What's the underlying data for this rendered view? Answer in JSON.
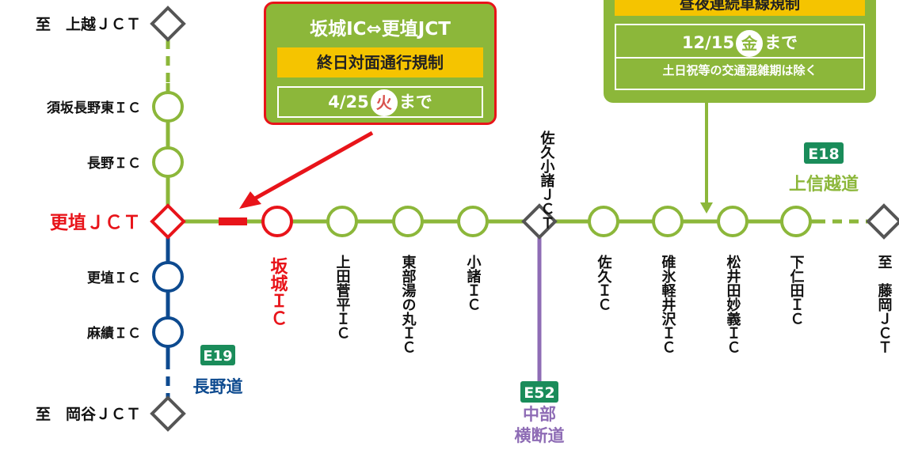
{
  "left_line": {
    "top_label": "至　上越ＪＣＴ",
    "bottom_label": "至　岡谷ＪＣＴ",
    "stations": [
      "須坂長野東ＩＣ",
      "長野ＩＣ",
      "更埴ＩＣ",
      "麻績ＩＣ"
    ],
    "junction": "更埴ＪＣＴ"
  },
  "main_line": {
    "stations": [
      "坂城ＩＣ",
      "上田菅平ＩＣ",
      "東部湯の丸ＩＣ",
      "小諸ＩＣ",
      "佐久小諸ＪＣＴ",
      "佐久ＩＣ",
      "碓氷軽井沢ＩＣ",
      "松井田妙義ＩＣ",
      "下仁田ＩＣ",
      "至　藤岡ＪＣＴ"
    ]
  },
  "routes": {
    "e19": {
      "code": "E19",
      "name": "長野道"
    },
    "e18": {
      "code": "E18",
      "name": "上信越道"
    },
    "e52": {
      "code": "E52",
      "name": "中部",
      "name2": "横断道"
    }
  },
  "callout_left": {
    "title": "坂城IC⇔更埴JCT",
    "band": "終日対面通行規制",
    "date_a": "4/25",
    "day": "火",
    "date_b": "まで"
  },
  "callout_right": {
    "band": "昼夜連続車線規制",
    "date_a": "12/15",
    "day": "金",
    "date_b": "まで",
    "note": "土日祝等の交通混雑期は除く"
  },
  "colors": {
    "green": "#8cb73a",
    "red": "#e8141a",
    "blue": "#0d4a8f",
    "purple": "#8e6cb5",
    "gray": "#555555",
    "sign_green": "#1a8c5a",
    "yellow": "#f5c400"
  }
}
